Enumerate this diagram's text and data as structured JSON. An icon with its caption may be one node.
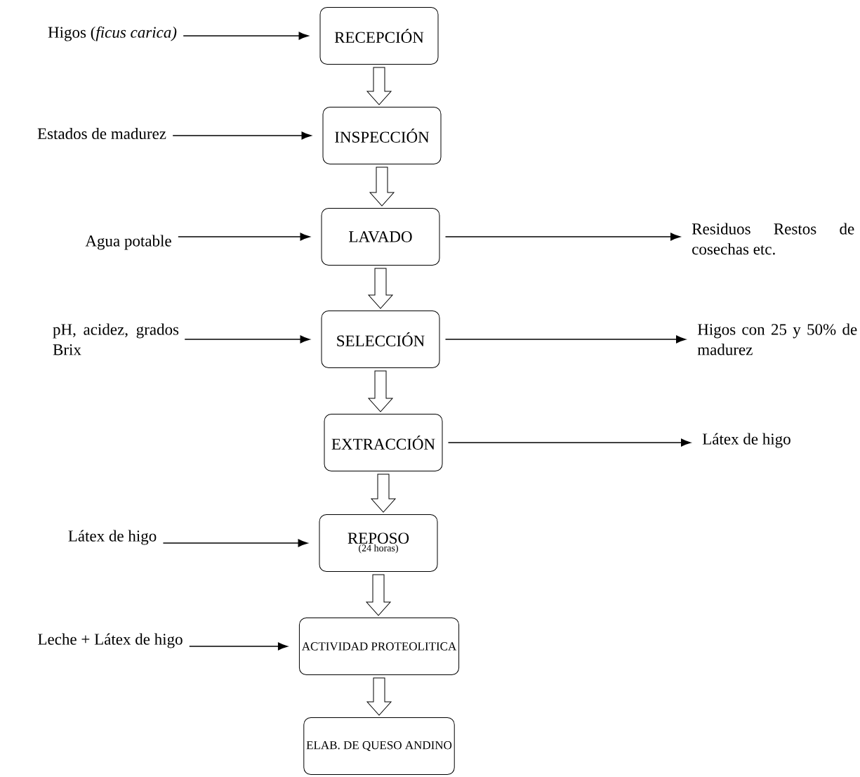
{
  "diagram": {
    "nodes": [
      {
        "text": [
          "Higos (*ficus carica)*"
        ]
      },
      {
        "text": [
          "RECEPCIÓN"
        ]
      },
      {
        "text": [
          "Estados de madurez"
        ]
      },
      {
        "text": [
          "INSPECCIÓN"
        ]
      },
      {
        "text": [
          "Agua potable"
        ]
      },
      {
        "text": [
          "LAVADO"
        ]
      },
      {
        "text": [
          "Residuos Restos de cosechas etc."
        ]
      },
      {
        "text": [
          "pH, acidez, grados Brix"
        ]
      },
      {
        "text": [
          "SELECCIÓN"
        ]
      },
      {
        "text": [
          "Higos con 25 y 50% de madurez"
        ]
      },
      {
        "text": [
          "EXTRACCIÓN"
        ]
      },
      {
        "text": [
          "Látex de higo"
        ]
      },
      {
        "text": [
          "Látex de higo"
        ]
      },
      {
        "text": [
          "REPOSO",
          "(24 horas)"
        ]
      },
      {
        "text": [
          "Leche + Látex de higo"
        ]
      },
      {
        "text": [
          "ACTIVIDAD PROTEOLITICA"
        ]
      },
      {
        "text": [
          "ELAB. DE QUESO ANDINO"
        ]
      }
    ],
    "edges": [
      {
        "from": 0,
        "to": 1,
        "arrow": "to"
      },
      {
        "from": 1,
        "to": 3,
        "arrow": "to",
        "style": "thick"
      },
      {
        "from": 2,
        "to": 3,
        "arrow": "to"
      },
      {
        "from": 3,
        "to": 5,
        "arrow": "to",
        "style": "thick"
      },
      {
        "from": 4,
        "to": 5,
        "arrow": "to"
      },
      {
        "from": 5,
        "to": 6,
        "arrow": "to"
      },
      {
        "from": 5,
        "to": 8,
        "arrow": "to",
        "style": "thick"
      },
      {
        "from": 7,
        "to": 8,
        "arrow": "to"
      },
      {
        "from": 8,
        "to": 9,
        "arrow": "to"
      },
      {
        "from": 8,
        "to": 10,
        "arrow": "to",
        "style": "thick"
      },
      {
        "from": 10,
        "to": 11,
        "arrow": "to"
      },
      {
        "from": 10,
        "to": 13,
        "arrow": "to",
        "style": "thick"
      },
      {
        "from": 12,
        "to": 13,
        "arrow": "to"
      },
      {
        "from": 13,
        "to": 15,
        "arrow": "to",
        "style": "thick"
      },
      {
        "from": 14,
        "to": 15,
        "arrow": "to"
      },
      {
        "from": 15,
        "to": 16,
        "arrow": "to",
        "style": "thick"
      }
    ]
  }
}
